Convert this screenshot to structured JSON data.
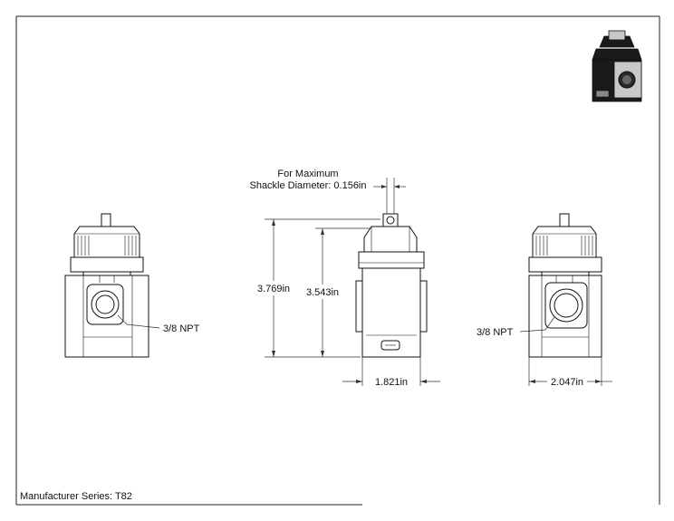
{
  "drawing": {
    "shackle_note_line1": "For Maximum",
    "shackle_note_line2": "Shackle Diameter: 0.156in",
    "height_overall": "3.769in",
    "height_body": "3.543in",
    "width_front": "1.821in",
    "width_side": "2.047in",
    "port_left": "3/8 NPT",
    "port_right": "3/8 NPT",
    "manufacturer_series": "Manufacturer Series: T82"
  },
  "icons": {
    "preview": "valve-3d-thumbnail-icon"
  }
}
